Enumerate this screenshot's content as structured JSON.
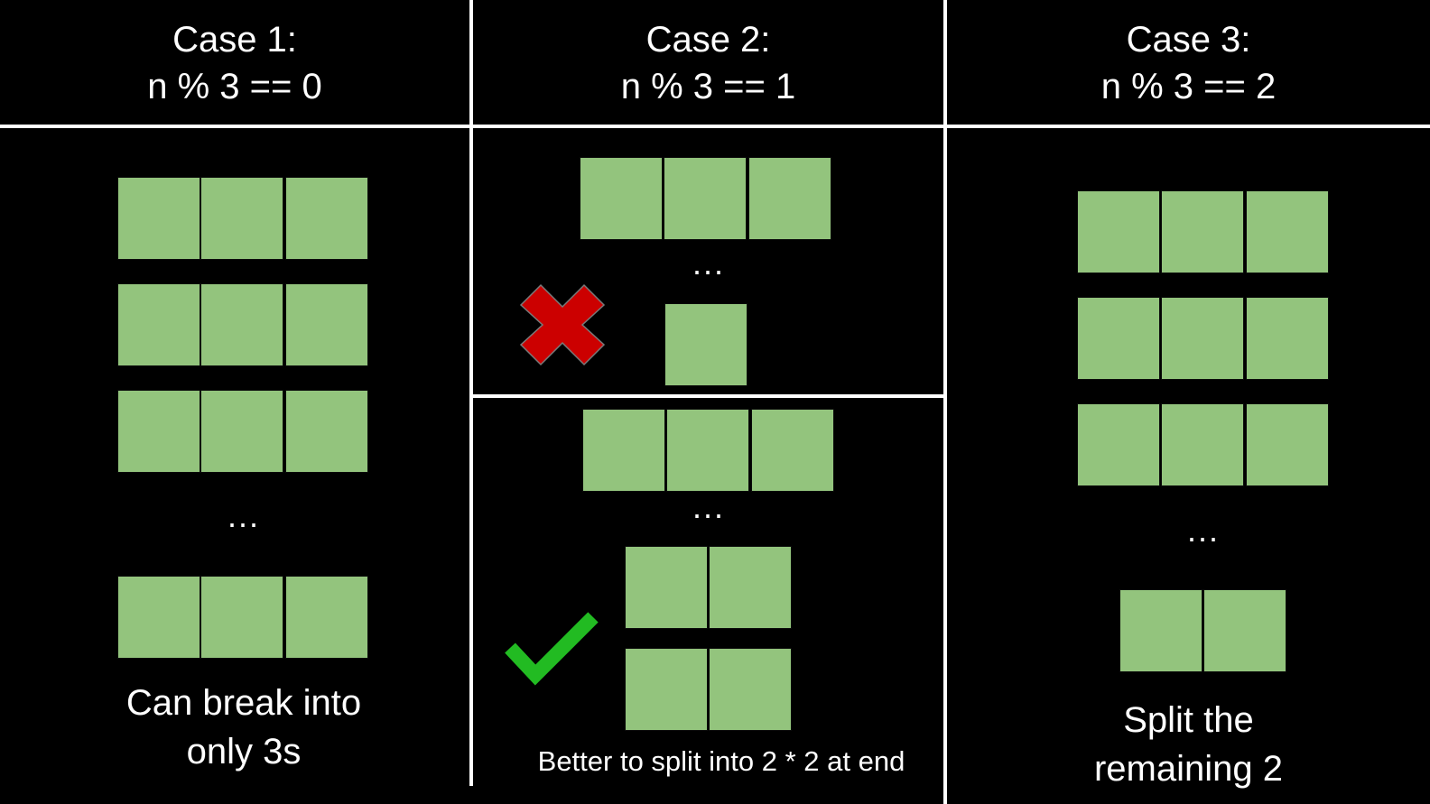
{
  "cases": [
    {
      "header_line1": "Case 1:",
      "header_line2": "n % 3 == 0",
      "dots": "...",
      "caption_line1": "Can break into",
      "caption_line2": "only 3s"
    },
    {
      "header_line1": "Case 2:",
      "header_line2": "n % 3 == 1",
      "dots_top": "...",
      "dots_bottom": "...",
      "caption": "Better to split into 2 * 2 at end",
      "wrong_icon": "red-x-icon",
      "correct_icon": "green-check-icon"
    },
    {
      "header_line1": "Case 3:",
      "header_line2": "n % 3 == 2",
      "dots": "...",
      "caption_line1": "Split the",
      "caption_line2": "remaining 2"
    }
  ],
  "colors": {
    "background": "#000000",
    "block": "#93c47d",
    "divider": "#ffffff",
    "wrong": "#cc0000",
    "correct": "#22bb22"
  }
}
